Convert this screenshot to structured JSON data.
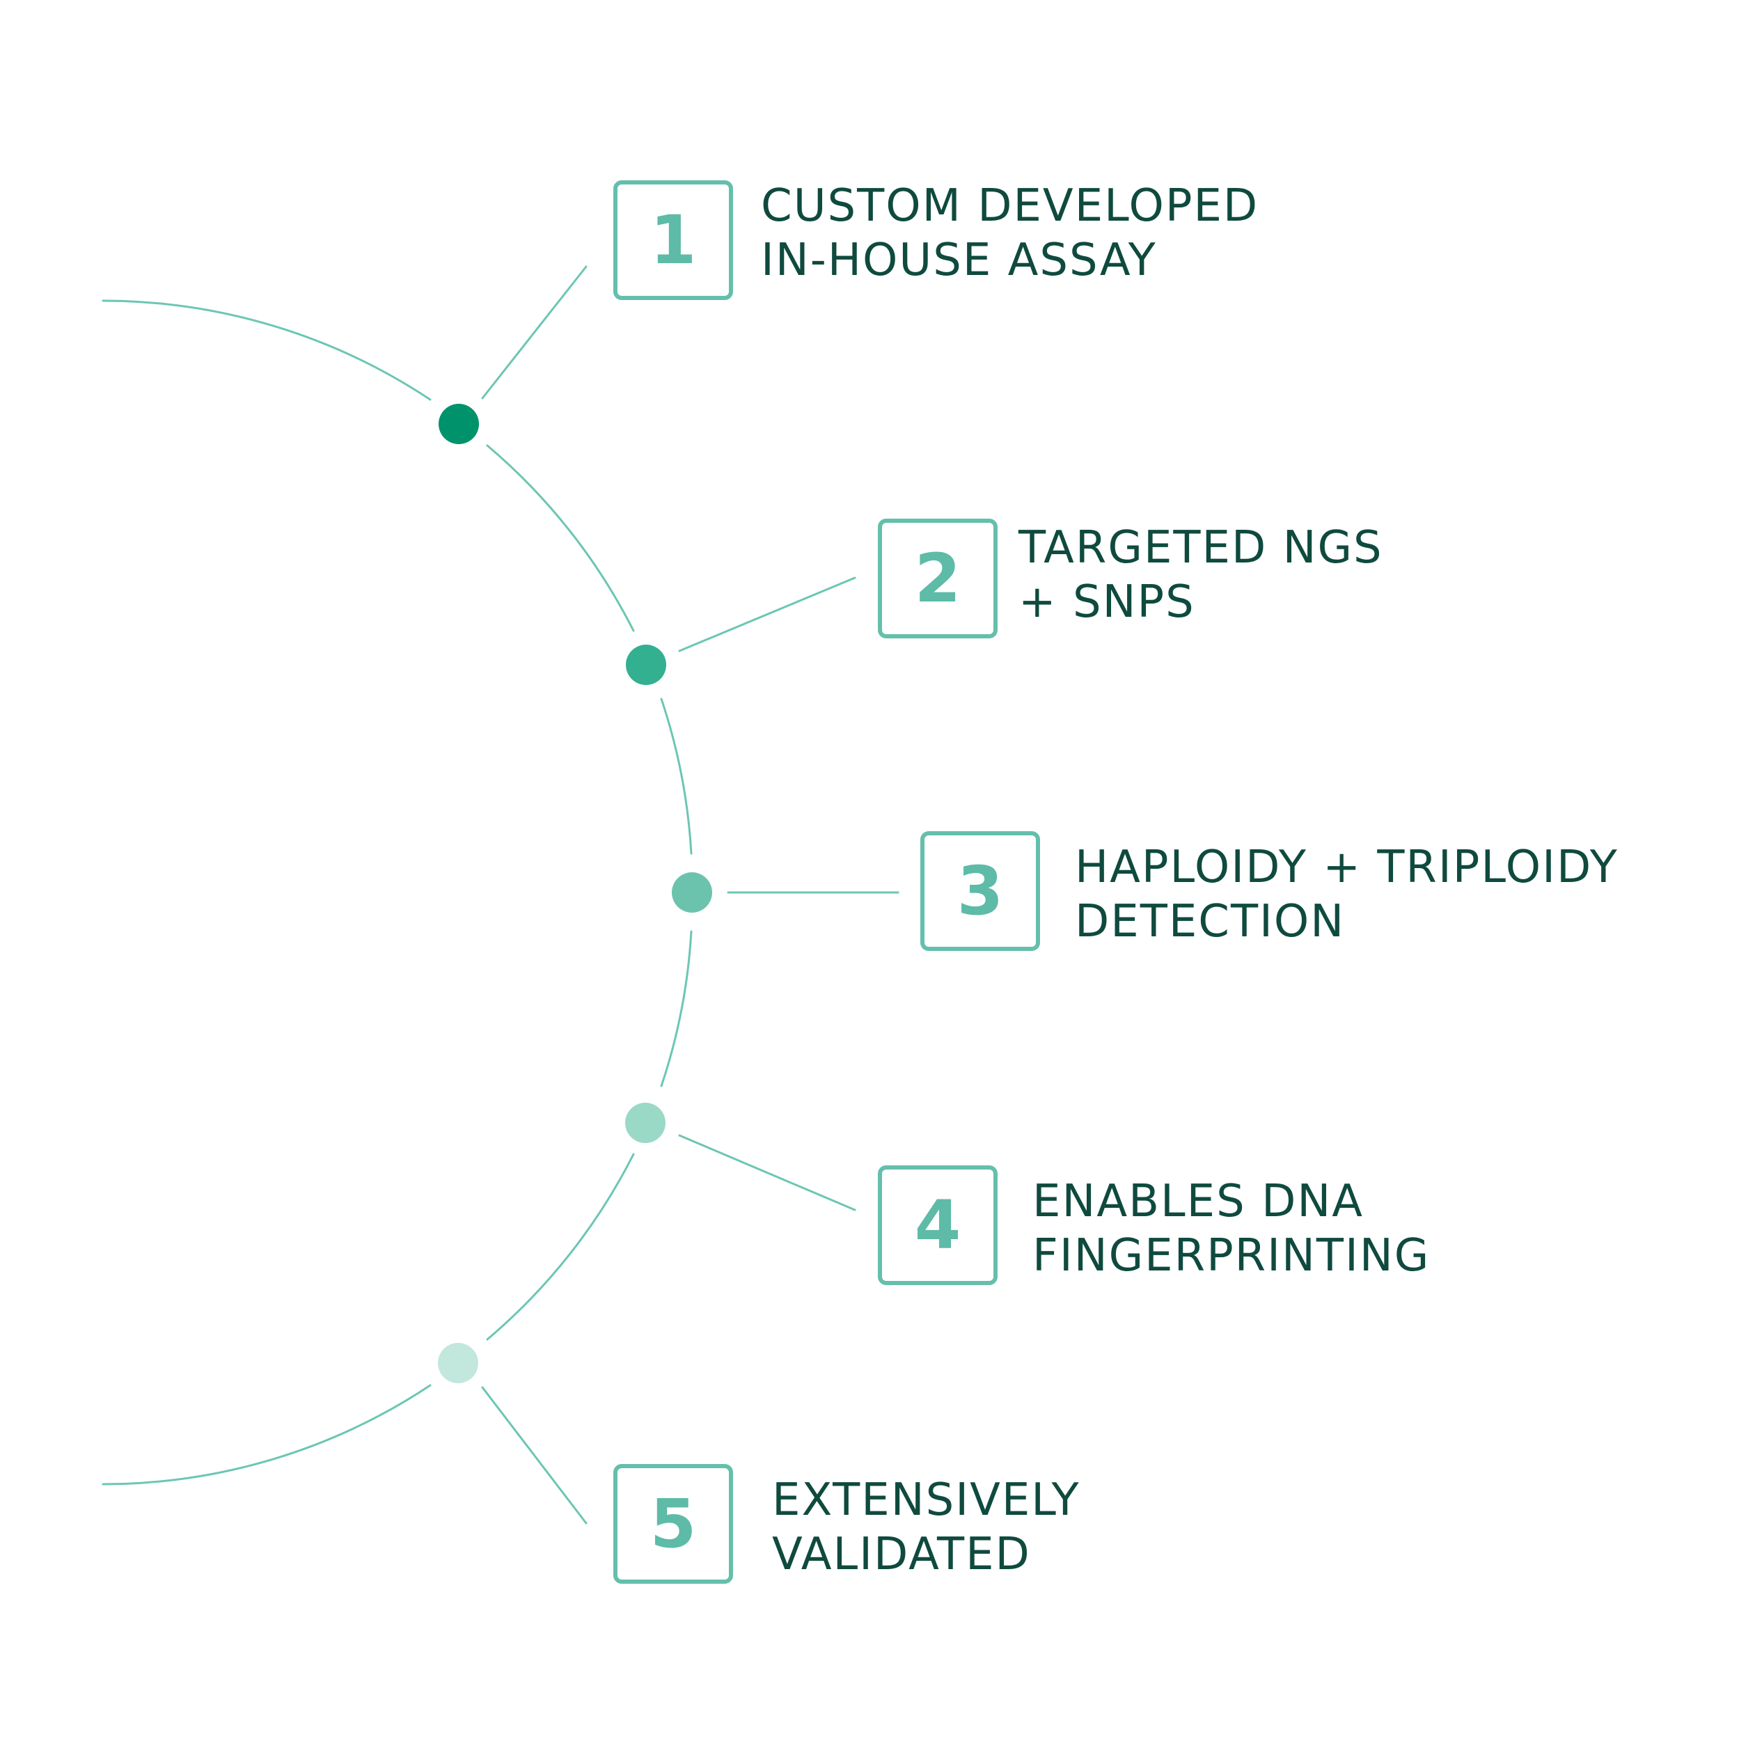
{
  "diagram": {
    "colors": {
      "arc": "#6cc6b3",
      "box_border": "#64bfab",
      "number": "#5dbba7",
      "text": "#0f4a3e",
      "dots": [
        "#00936b",
        "#33b08f",
        "#6bc3ad",
        "#9bd9c7",
        "#c2e7dd"
      ]
    },
    "steps": [
      {
        "number": "1",
        "line1": "CUSTOM DEVELOPED",
        "line2": "IN-HOUSE ASSAY"
      },
      {
        "number": "2",
        "line1": "TARGETED NGS",
        "line2": "+ SNPS"
      },
      {
        "number": "3",
        "line1": "HAPLOIDY + TRIPLOIDY",
        "line2": "DETECTION"
      },
      {
        "number": "4",
        "line1": "ENABLES DNA",
        "line2": "FINGERPRINTING"
      },
      {
        "number": "5",
        "line1": "EXTENSIVELY",
        "line2": "VALIDATED"
      }
    ]
  }
}
